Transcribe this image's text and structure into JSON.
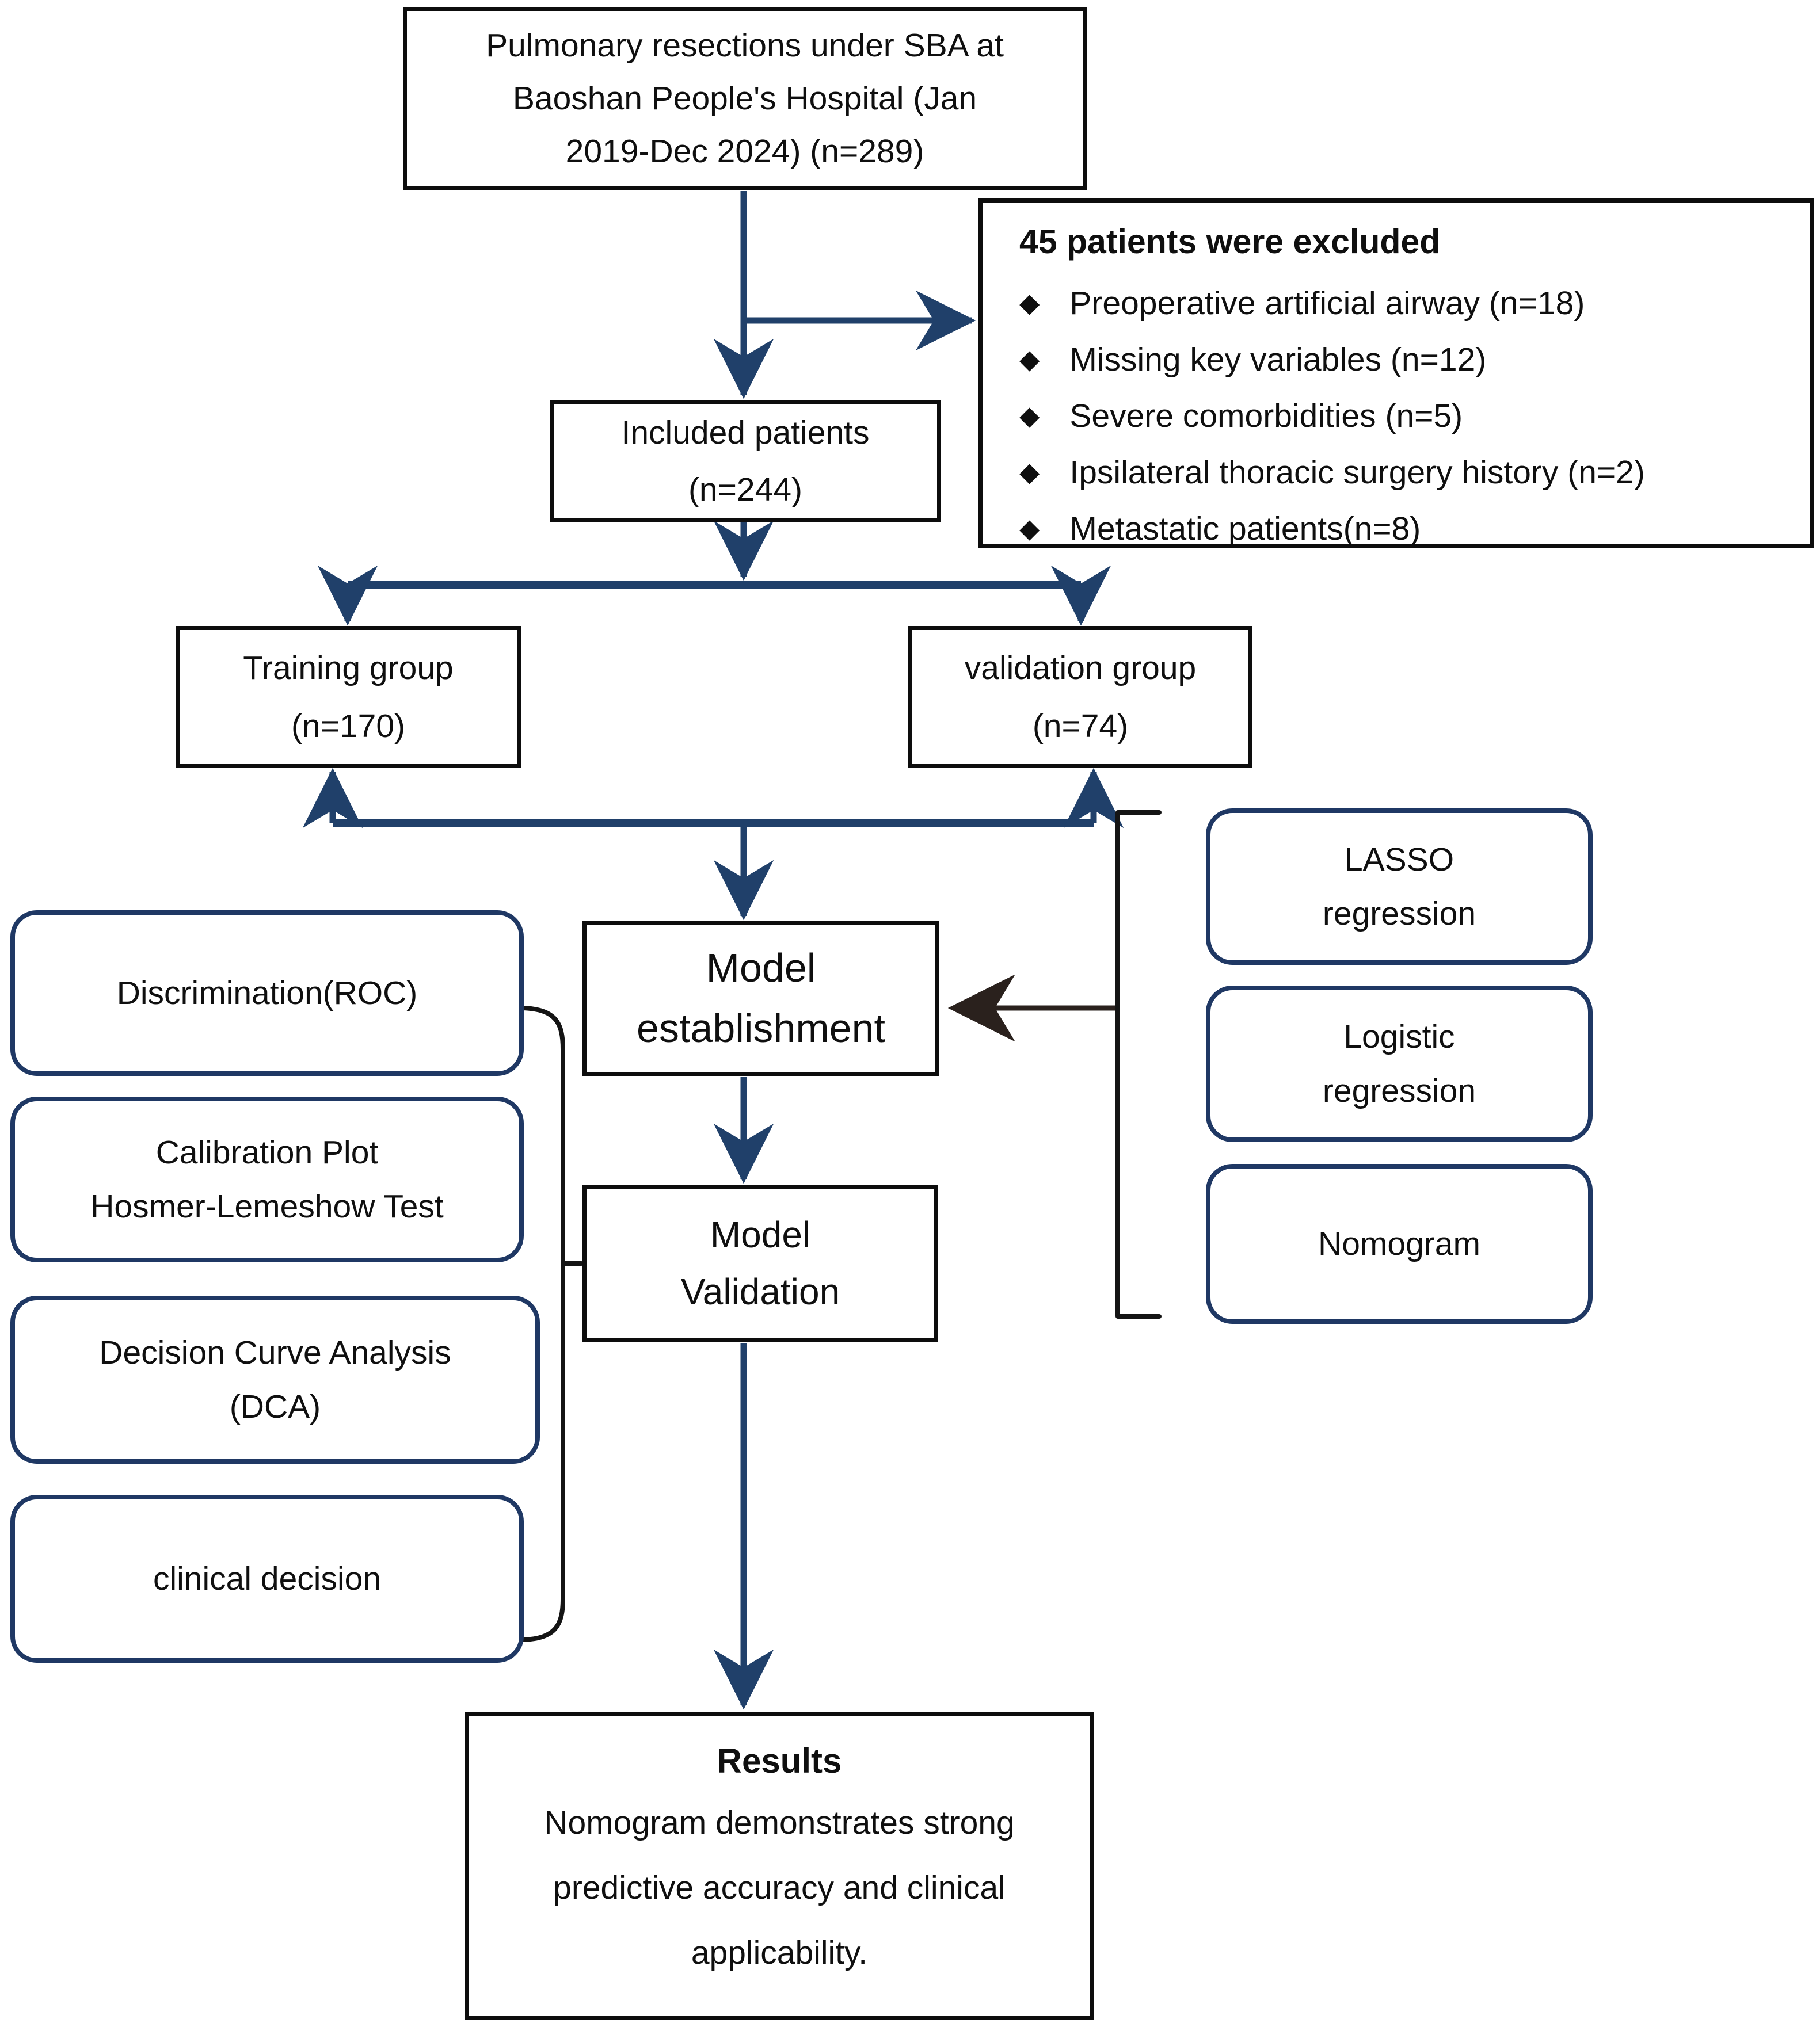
{
  "diagram": {
    "boxes": {
      "top": {
        "lines": [
          "Pulmonary resections under SBA at",
          "Baoshan People's Hospital (Jan",
          "2019-Dec 2024) (n=289)"
        ]
      },
      "excluded": {
        "title": "45 patients were excluded",
        "bullet": "◆",
        "items": [
          "Preoperative artificial airway (n=18)",
          "Missing key variables (n=12)",
          "Severe comorbidities (n=5)",
          "Ipsilateral thoracic surgery history (n=2)",
          "Metastatic patients(n=8)"
        ]
      },
      "included": {
        "lines": [
          "Included patients",
          "(n=244)"
        ]
      },
      "training": {
        "lines": [
          "Training group",
          "(n=170)"
        ]
      },
      "validation": {
        "lines": [
          "validation group",
          "(n=74)"
        ]
      },
      "model_establishment": {
        "lines": [
          "Model",
          "establishment"
        ]
      },
      "model_validation": {
        "lines": [
          "Model",
          "Validation"
        ]
      },
      "lasso": {
        "lines": [
          "LASSO",
          "regression"
        ]
      },
      "logistic": {
        "lines": [
          "Logistic",
          "regression"
        ]
      },
      "nomogram": {
        "lines": [
          "Nomogram"
        ]
      },
      "discrimination": {
        "lines": [
          "Discrimination(ROC)"
        ]
      },
      "calibration": {
        "lines": [
          "Calibration Plot",
          "Hosmer-Lemeshow Test"
        ]
      },
      "dca": {
        "lines": [
          "Decision Curve Analysis",
          "(DCA)"
        ]
      },
      "clinical": {
        "lines": [
          "clinical decision"
        ]
      },
      "results": {
        "title": "Results",
        "lines": [
          "Nomogram demonstrates strong",
          "predictive accuracy and clinical",
          "applicability."
        ]
      }
    },
    "colors": {
      "arrow": "#20406a",
      "black_arrow": "#2a211d",
      "box_border": "#0d0d0d",
      "rounded_border": "#1f3864",
      "text": "#0f0f0f",
      "background": "#ffffff"
    }
  }
}
